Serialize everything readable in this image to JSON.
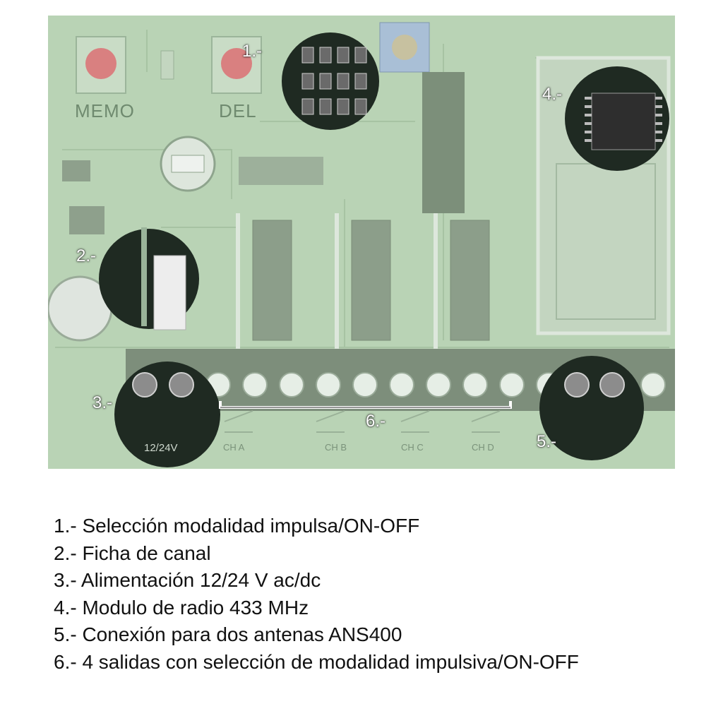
{
  "board": {
    "silkscreen": {
      "memo": "MEMO",
      "del": "DEL",
      "power": "12/24V",
      "ch_a": "CH A",
      "ch_b": "CH B",
      "ch_c": "CH C",
      "ch_d": "CH D"
    }
  },
  "callouts": [
    {
      "label": "1.-"
    },
    {
      "label": "2.-"
    },
    {
      "label": "3.-"
    },
    {
      "label": "4.-"
    },
    {
      "label": "5.-"
    },
    {
      "label": "6.-"
    }
  ],
  "legend": [
    "1.- Selección modalidad impulsa/ON-OFF",
    "2.- Ficha de canal",
    "3.- Alimentación 12/24 V ac/dc",
    "4.- Modulo de radio 433 MHz",
    "5.- Conexión para dos antenas ANS400",
    "6.- 4 salidas con selección de modalidad impulsiva/ON-OFF"
  ],
  "colors": {
    "board": "#b9d3b5",
    "highlight": "#1f2a22",
    "button": "#d98080",
    "terminal": "#e6eee6"
  }
}
